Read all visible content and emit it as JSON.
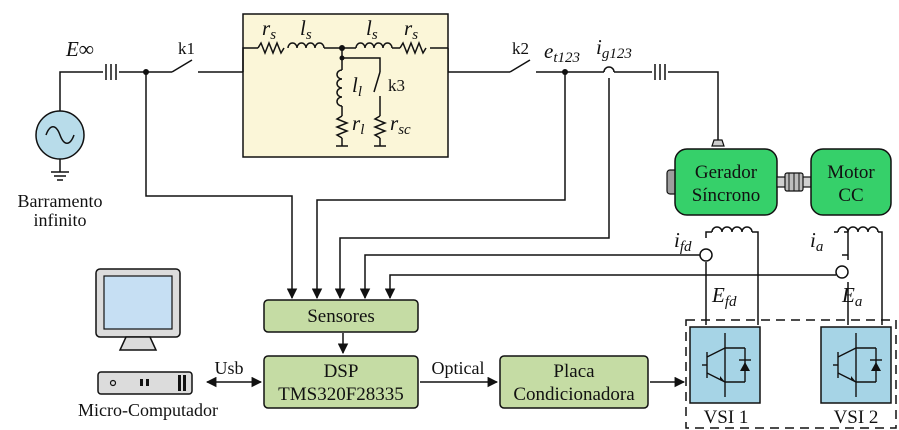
{
  "labels": {
    "e_inf": "E∞",
    "k1": "k1",
    "k2": "k2",
    "k3": "k3",
    "rs_left": "r",
    "ls_left": "l",
    "ls_right": "l",
    "rs_right": "r",
    "sub_s": "s",
    "ll": "l",
    "sub_l": "l",
    "rl": "r",
    "rsc": "r",
    "sub_sc": "sc",
    "et": "e",
    "et_sub": "t123",
    "ig": "i",
    "ig_sub": "g123",
    "ifd": "i",
    "ifd_sub": "fd",
    "ia": "i",
    "ia_sub": "a",
    "efd": "E",
    "efd_sub": "fd",
    "ea": "E",
    "ea_sub": "a",
    "usb": "Usb",
    "optical": "Optical"
  },
  "grid": {
    "line1": "Barramento",
    "line2": "infinito"
  },
  "generator": {
    "line1": "Gerador",
    "line2": "Síncrono"
  },
  "motor": {
    "line1": "Motor",
    "line2": "CC"
  },
  "sensors": {
    "label": "Sensores"
  },
  "dsp": {
    "line1": "DSP",
    "line2": "TMS320F28335"
  },
  "board": {
    "line1": "Placa",
    "line2": "Condicionadora"
  },
  "computer": {
    "label": "Micro-Computador"
  },
  "vsi1": {
    "label": "VSI 1"
  },
  "vsi2": {
    "label": "VSI 2"
  },
  "colors": {
    "line_box": "#fbf6d8",
    "block_green": "#c5dca4",
    "machine_green": "#36d06a",
    "vsi_blue": "#a6d4e6",
    "source_blue": "#b8dcea",
    "monitor_blue": "#c6dff3"
  }
}
